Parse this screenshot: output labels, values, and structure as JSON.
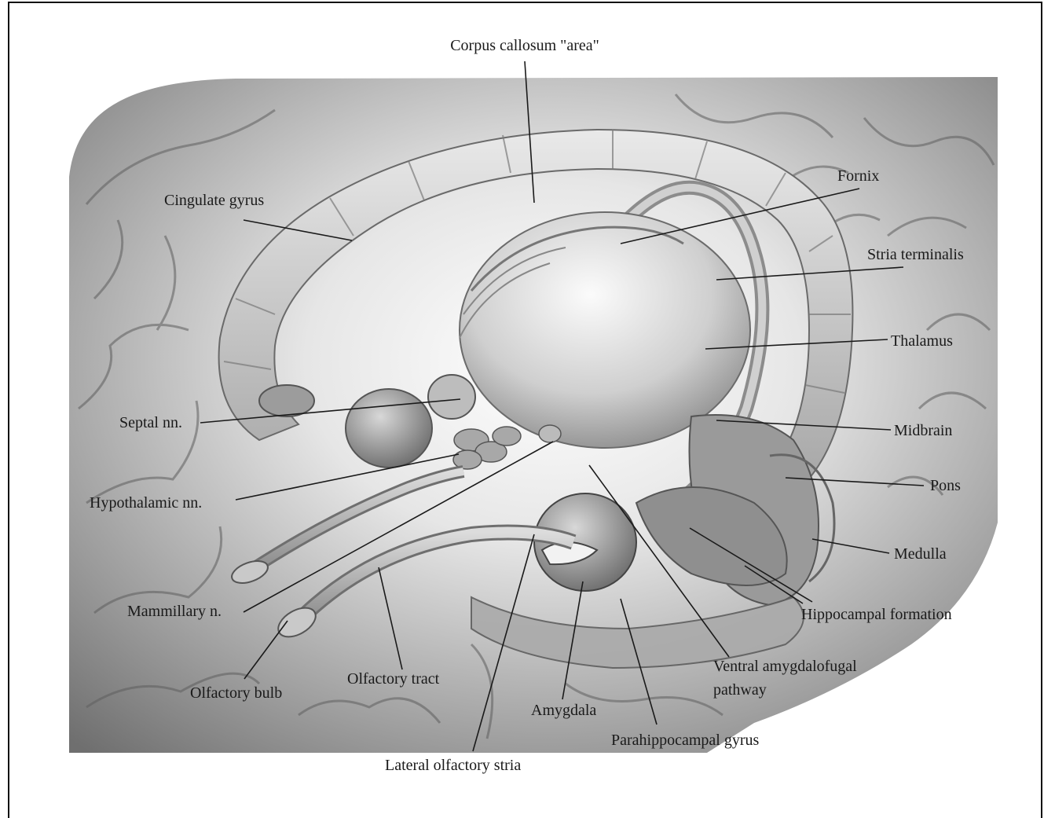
{
  "figure": {
    "labels": {
      "corpus_callosum": "Corpus callosum \"area\"",
      "cingulate_gyrus": "Cingulate gyrus",
      "fornix": "Fornix",
      "stria_terminalis": "Stria terminalis",
      "thalamus": "Thalamus",
      "septal_nn": "Septal nn.",
      "midbrain": "Midbrain",
      "pons": "Pons",
      "hypothalamic_nn": "Hypothalamic nn.",
      "medulla": "Medulla",
      "mammillary_n": "Mammillary n.",
      "hippocampal_formation": "Hippocampal formation",
      "ventral_amygdalofugal_1": "Ventral amygdalofugal",
      "ventral_amygdalofugal_2": "pathway",
      "olfactory_bulb": "Olfactory bulb",
      "olfactory_tract": "Olfactory tract",
      "amygdala": "Amygdala",
      "parahippocampal_gyrus": "Parahippocampal gyrus",
      "lateral_olfactory_stria": "Lateral olfactory stria"
    }
  }
}
